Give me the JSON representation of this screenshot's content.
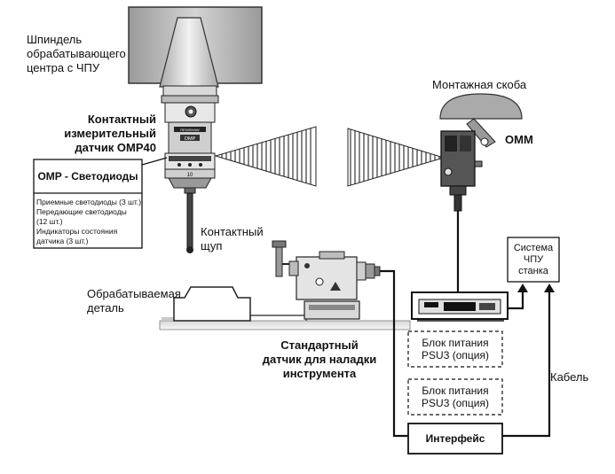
{
  "labels": {
    "spindle": [
      "Шпиндель",
      "обрабатывающего",
      "центра с ЧПУ"
    ],
    "probe": [
      "Контактный",
      "измерительный",
      "датчик OMP40"
    ],
    "mount": "Монтажная скоба",
    "omm": "OMM",
    "stylus": [
      "Контактный",
      "щуп"
    ],
    "workpiece": [
      "Обрабатываемая",
      "деталь"
    ],
    "toolsetter": [
      "Стандартный",
      "датчик для наладки",
      "инструмента"
    ],
    "cable": "Кабель",
    "cnc": [
      "Система",
      "ЧПУ",
      "станка"
    ],
    "psu1": [
      "Блок питания",
      "PSU3 (опция)"
    ],
    "psu2": [
      "Блок питания",
      "PSU3 (опция)"
    ],
    "interface": "Интерфейс"
  },
  "led_box": {
    "title": "OMP - Светодиоды",
    "items": [
      "Приемные светодиоды (3 шт.)",
      "Передающие светодиоды",
      "(12 шт.)",
      "Индикаторы состояния",
      "датчика (3 шт.)"
    ]
  },
  "device_marks": {
    "probe_brand": "RENISHAW",
    "probe_model": "OMP",
    "led_digits": "10"
  }
}
